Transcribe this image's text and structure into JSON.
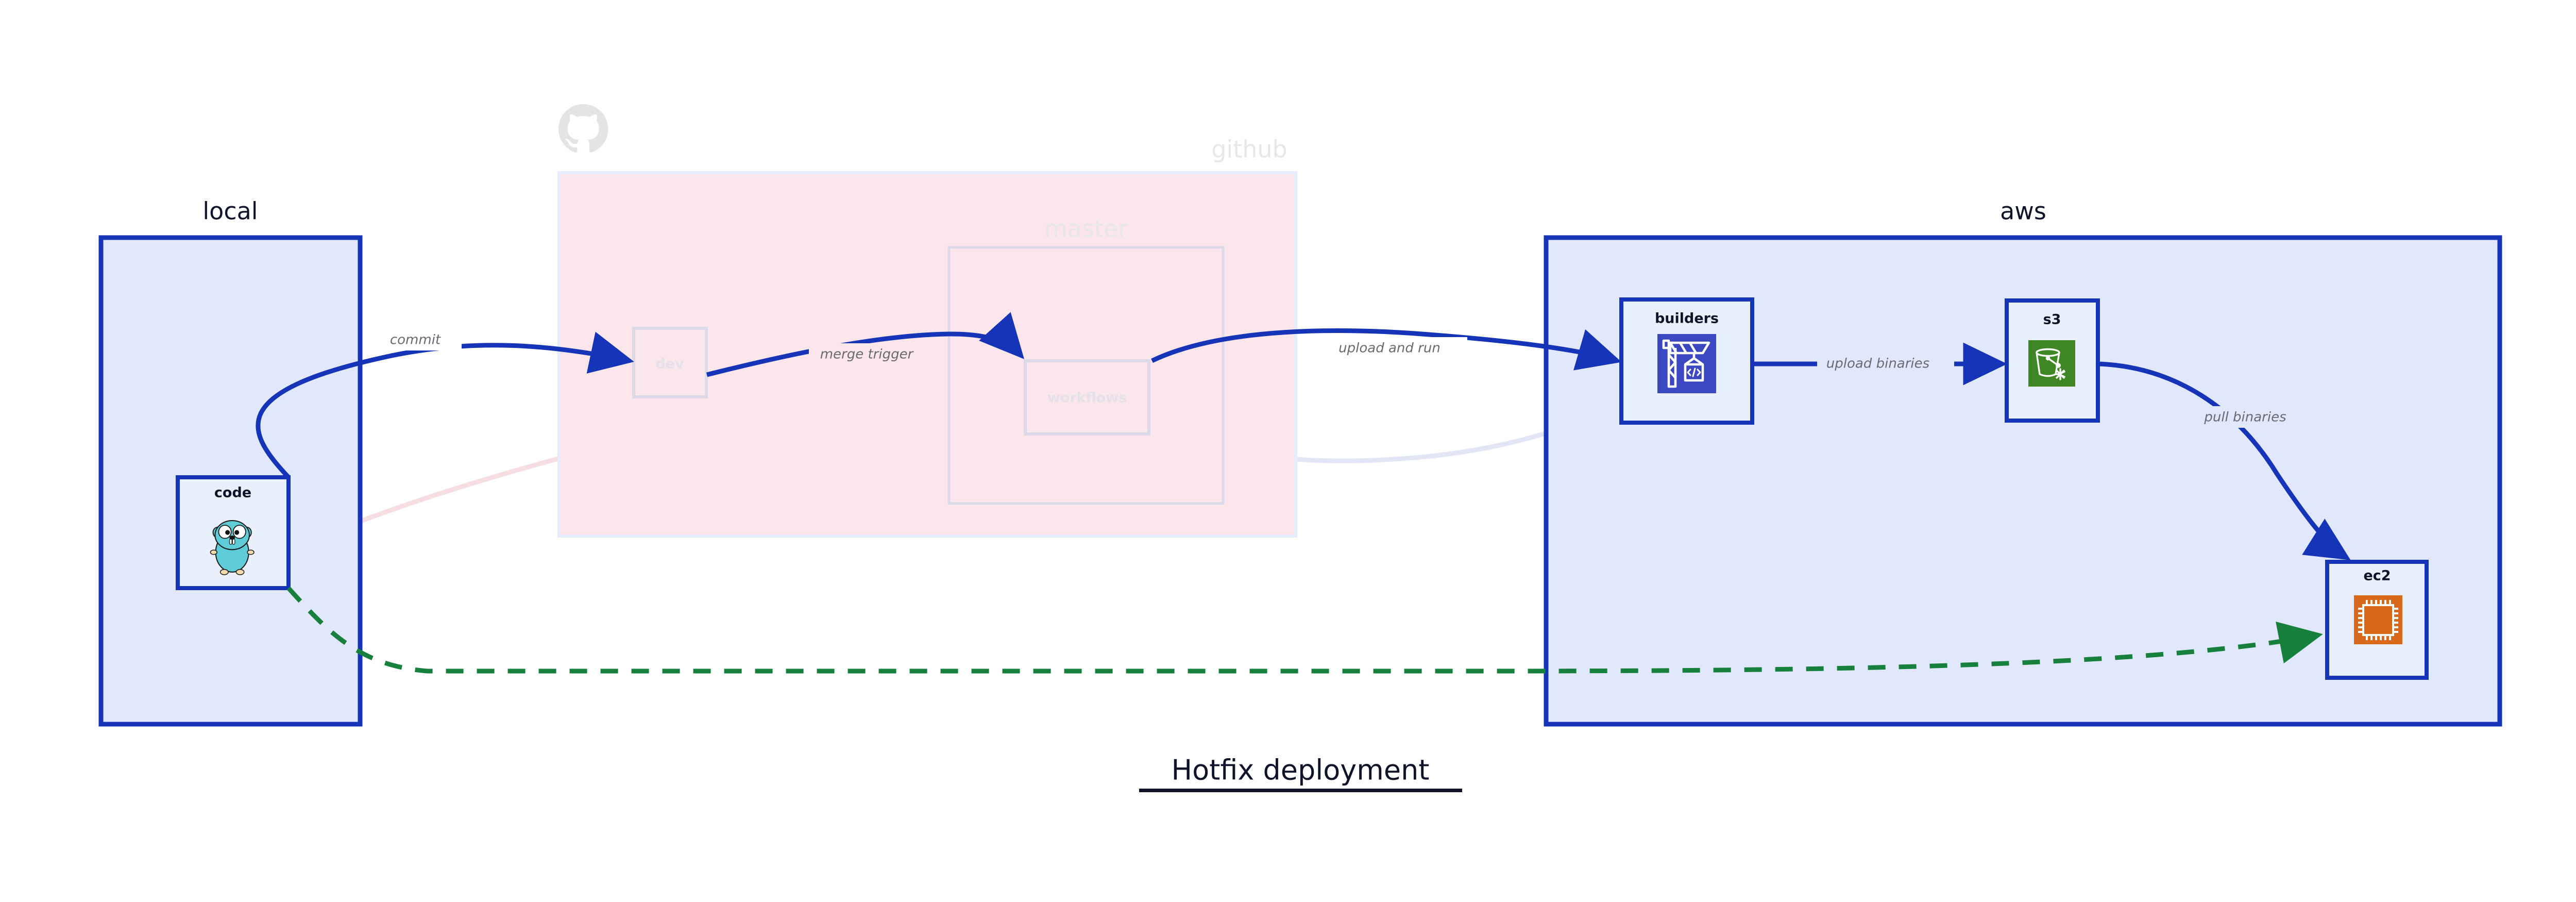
{
  "diagram": {
    "title": "Hotfix deployment",
    "background": "#ffffff"
  },
  "colors": {
    "cluster_blue_fill": "#e2e8fb",
    "cluster_blue_border": "#1634b8",
    "cluster_pink_fill": "#fae6eb",
    "node_fill": "#eaeffc",
    "node_border": "#1634b8",
    "edge_blue": "#1634b8",
    "edge_green": "#16803c",
    "edge_label_gray": "#6a6a73",
    "faded_gray": "#e7e7e8",
    "title_dark": "#10142a",
    "s3_green": "#3f8624",
    "ec2_orange": "#d9691a",
    "builders_blue": "#3c47c2",
    "gopher_teal": "#5ecdd8"
  },
  "clusters": [
    {
      "id": "local",
      "label": "local",
      "style": "blue"
    },
    {
      "id": "github",
      "label": "github",
      "style": "pink-faded",
      "icon": "github-octocat-icon"
    },
    {
      "id": "master",
      "label": "master",
      "style": "pink-inner-faded"
    },
    {
      "id": "aws",
      "label": "aws",
      "style": "blue"
    }
  ],
  "nodes": [
    {
      "id": "code",
      "label": "code",
      "icon": "go-gopher-icon",
      "state": "active"
    },
    {
      "id": "dev",
      "label": "dev",
      "icon": "none",
      "state": "faded"
    },
    {
      "id": "workflows",
      "label": "workflows",
      "icon": "none",
      "state": "faded"
    },
    {
      "id": "builders",
      "label": "builders",
      "icon": "aws-codebuild-icon",
      "state": "active"
    },
    {
      "id": "s3",
      "label": "s3",
      "icon": "aws-s3-bucket-icon",
      "state": "active"
    },
    {
      "id": "ec2",
      "label": "ec2",
      "icon": "aws-ec2-chip-icon",
      "state": "active"
    }
  ],
  "edges": [
    {
      "id": "e1",
      "from": "code",
      "to": "dev",
      "label": "commit",
      "style": "solid-blue"
    },
    {
      "id": "e2",
      "from": "dev",
      "to": "workflows",
      "label": "merge trigger",
      "style": "solid-blue"
    },
    {
      "id": "e3",
      "from": "workflows",
      "to": "builders",
      "label": "upload and run",
      "style": "solid-blue"
    },
    {
      "id": "e4",
      "from": "builders",
      "to": "s3",
      "label": "upload binaries",
      "style": "solid-blue"
    },
    {
      "id": "e5",
      "from": "s3",
      "to": "ec2",
      "label": "pull binaries",
      "style": "solid-blue"
    },
    {
      "id": "e6",
      "from": "code",
      "to": "ec2",
      "label": "",
      "style": "dashed-green"
    }
  ]
}
